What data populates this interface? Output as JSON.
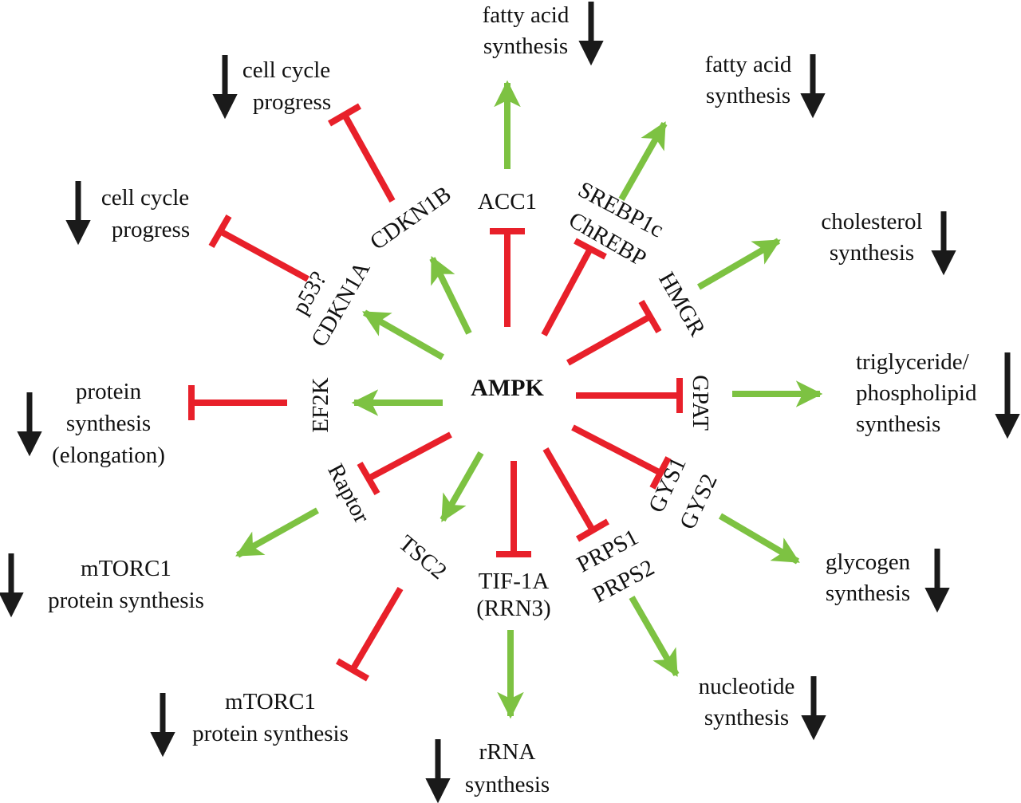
{
  "colors": {
    "activation": "#7dc242",
    "inhibition": "#e8202a",
    "decrease_arrow": "#1a1a1a",
    "text": "#111111"
  },
  "center": {
    "label": "AMPK"
  },
  "targets": {
    "acc1": "ACC1",
    "srebp1c": "SREBP1c",
    "chrebp": "ChREBP",
    "hmgr": "HMGR",
    "gpat": "GPAT",
    "gys1": "GYS1",
    "gys2": "GYS2",
    "prps1": "PRPS1",
    "prps2": "PRPS2",
    "tif1a": "TIF-1A",
    "rrn3": "(RRN3)",
    "tsc2": "TSC2",
    "raptor": "Raptor",
    "ef2k": "EF2K",
    "p53": "p53?",
    "cdkn1a": "CDKN1A",
    "cdkn1b": "CDKN1B"
  },
  "outcomes": {
    "fatty_acid_top": [
      "fatty acid",
      "synthesis"
    ],
    "fatty_acid_right": [
      "fatty acid",
      "synthesis"
    ],
    "cholesterol": [
      "cholesterol",
      "synthesis"
    ],
    "triglyceride": [
      "triglyceride/",
      "phospholipid",
      "synthesis"
    ],
    "glycogen": [
      "glycogen",
      "synthesis"
    ],
    "nucleotide": [
      "nucleotide",
      "synthesis"
    ],
    "rrna": [
      "rRNA",
      "synthesis"
    ],
    "mtorc1_bottom": [
      "mTORC1",
      "protein synthesis"
    ],
    "mtorc1_left": [
      "mTORC1",
      "protein synthesis"
    ],
    "protein_elongation": [
      "protein",
      "synthesis",
      "(elongation)"
    ],
    "cell_cycle_left": [
      "cell cycle",
      "progress"
    ],
    "cell_cycle_top": [
      "cell cycle",
      "progress"
    ]
  }
}
